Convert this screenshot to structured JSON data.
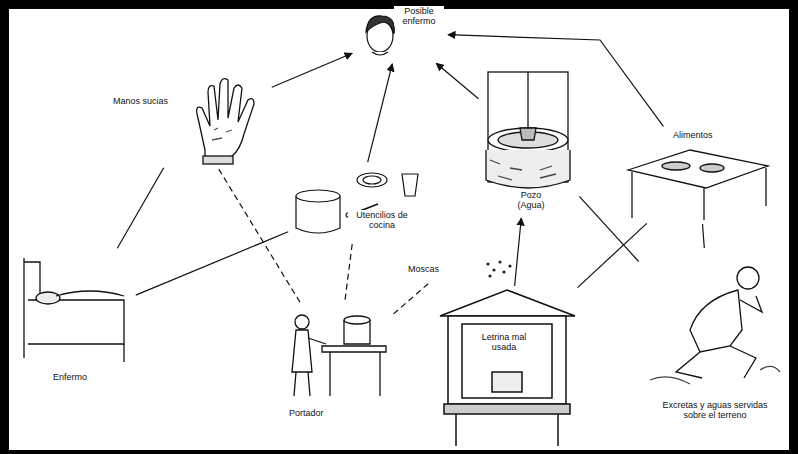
{
  "diagram": {
    "nodes": [
      {
        "text": [
          "Posible enfermo"
        ]
      },
      {
        "text": [
          "Manos sucias"
        ]
      },
      {
        "text": [
          "Alimentos"
        ]
      },
      {
        "text": [
          "Pozo (Agua)"
        ]
      },
      {
        "text": [
          "Utencilios de cocina"
        ]
      },
      {
        "text": [
          "Moscas"
        ]
      },
      {
        "text": [
          "Letrina mal usada"
        ]
      },
      {
        "text": [
          "Enfermo"
        ]
      },
      {
        "text": [
          "Portador"
        ]
      },
      {
        "text": [
          "Excretas y aguas servidas sobre el terreno"
        ]
      }
    ],
    "edges": [
      {
        "from": 1,
        "to": 0,
        "arrow": "to"
      },
      {
        "from": 4,
        "to": 0,
        "arrow": "to"
      },
      {
        "from": 3,
        "to": 0,
        "arrow": "to"
      },
      {
        "from": 2,
        "to": 0,
        "arrow": "to"
      },
      {
        "from": 7,
        "to": 1,
        "arrow": "none"
      },
      {
        "from": 7,
        "to": 4,
        "arrow": "none"
      },
      {
        "from": 8,
        "to": 1,
        "arrow": "none"
      },
      {
        "from": 4,
        "to": 8,
        "arrow": "none"
      },
      {
        "from": 8,
        "to": 5,
        "arrow": "none"
      },
      {
        "from": 6,
        "to": 3,
        "arrow": "to"
      },
      {
        "from": 6,
        "to": 2,
        "arrow": "none"
      },
      {
        "from": 9,
        "to": 2,
        "arrow": "none"
      },
      {
        "from": 9,
        "to": 3,
        "arrow": "none"
      }
    ]
  }
}
